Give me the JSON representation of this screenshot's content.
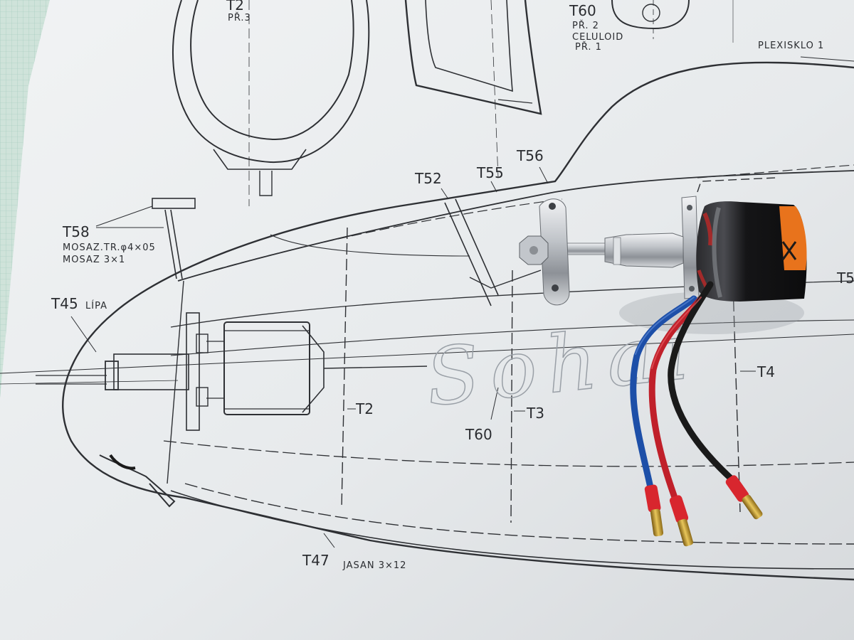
{
  "labels": {
    "t2_top": "T2",
    "pr3": "PŘ.3",
    "t60_top": "T60",
    "pr2": "PŘ. 2",
    "celuloid": "CELULOID",
    "pr1": "PŘ. 1",
    "plexisklo": "PLEXISKLO 1",
    "t56": "T56",
    "t55": "T55",
    "t52": "T52",
    "t58": "T58",
    "mosaz_tr": "MOSAZ.TR.φ4×05",
    "mosaz": "MOSAZ 3×1",
    "t45": "T45",
    "lipa": "LÍPA",
    "t2": "T2",
    "t60": "T60",
    "t3": "T3",
    "t4": "T4",
    "t5_partial": "T5",
    "t47": "T47",
    "jasan": "JASAN 3×12",
    "sohai_script": "Sohai"
  },
  "colors": {
    "paper": "#e9ecee",
    "ink": "#2a2c30",
    "motor_can": "#141416",
    "motor_label": "#e8731c",
    "aluminum": "#c9ccd1",
    "wire_blue": "#1d4fa8",
    "wire_red": "#c0202a",
    "wire_black": "#1a1a1a",
    "connector_gold": "#c9a12d",
    "heatshrink_red": "#d8262e"
  },
  "objects": {
    "blueprint": "model-boat-plan",
    "motor": "brushless-outrunner-motor",
    "prop_adapter": "prop-adapter",
    "wires": [
      "blue-wire",
      "red-wire",
      "black-wire"
    ],
    "connectors": "gold-bullet-connectors"
  }
}
